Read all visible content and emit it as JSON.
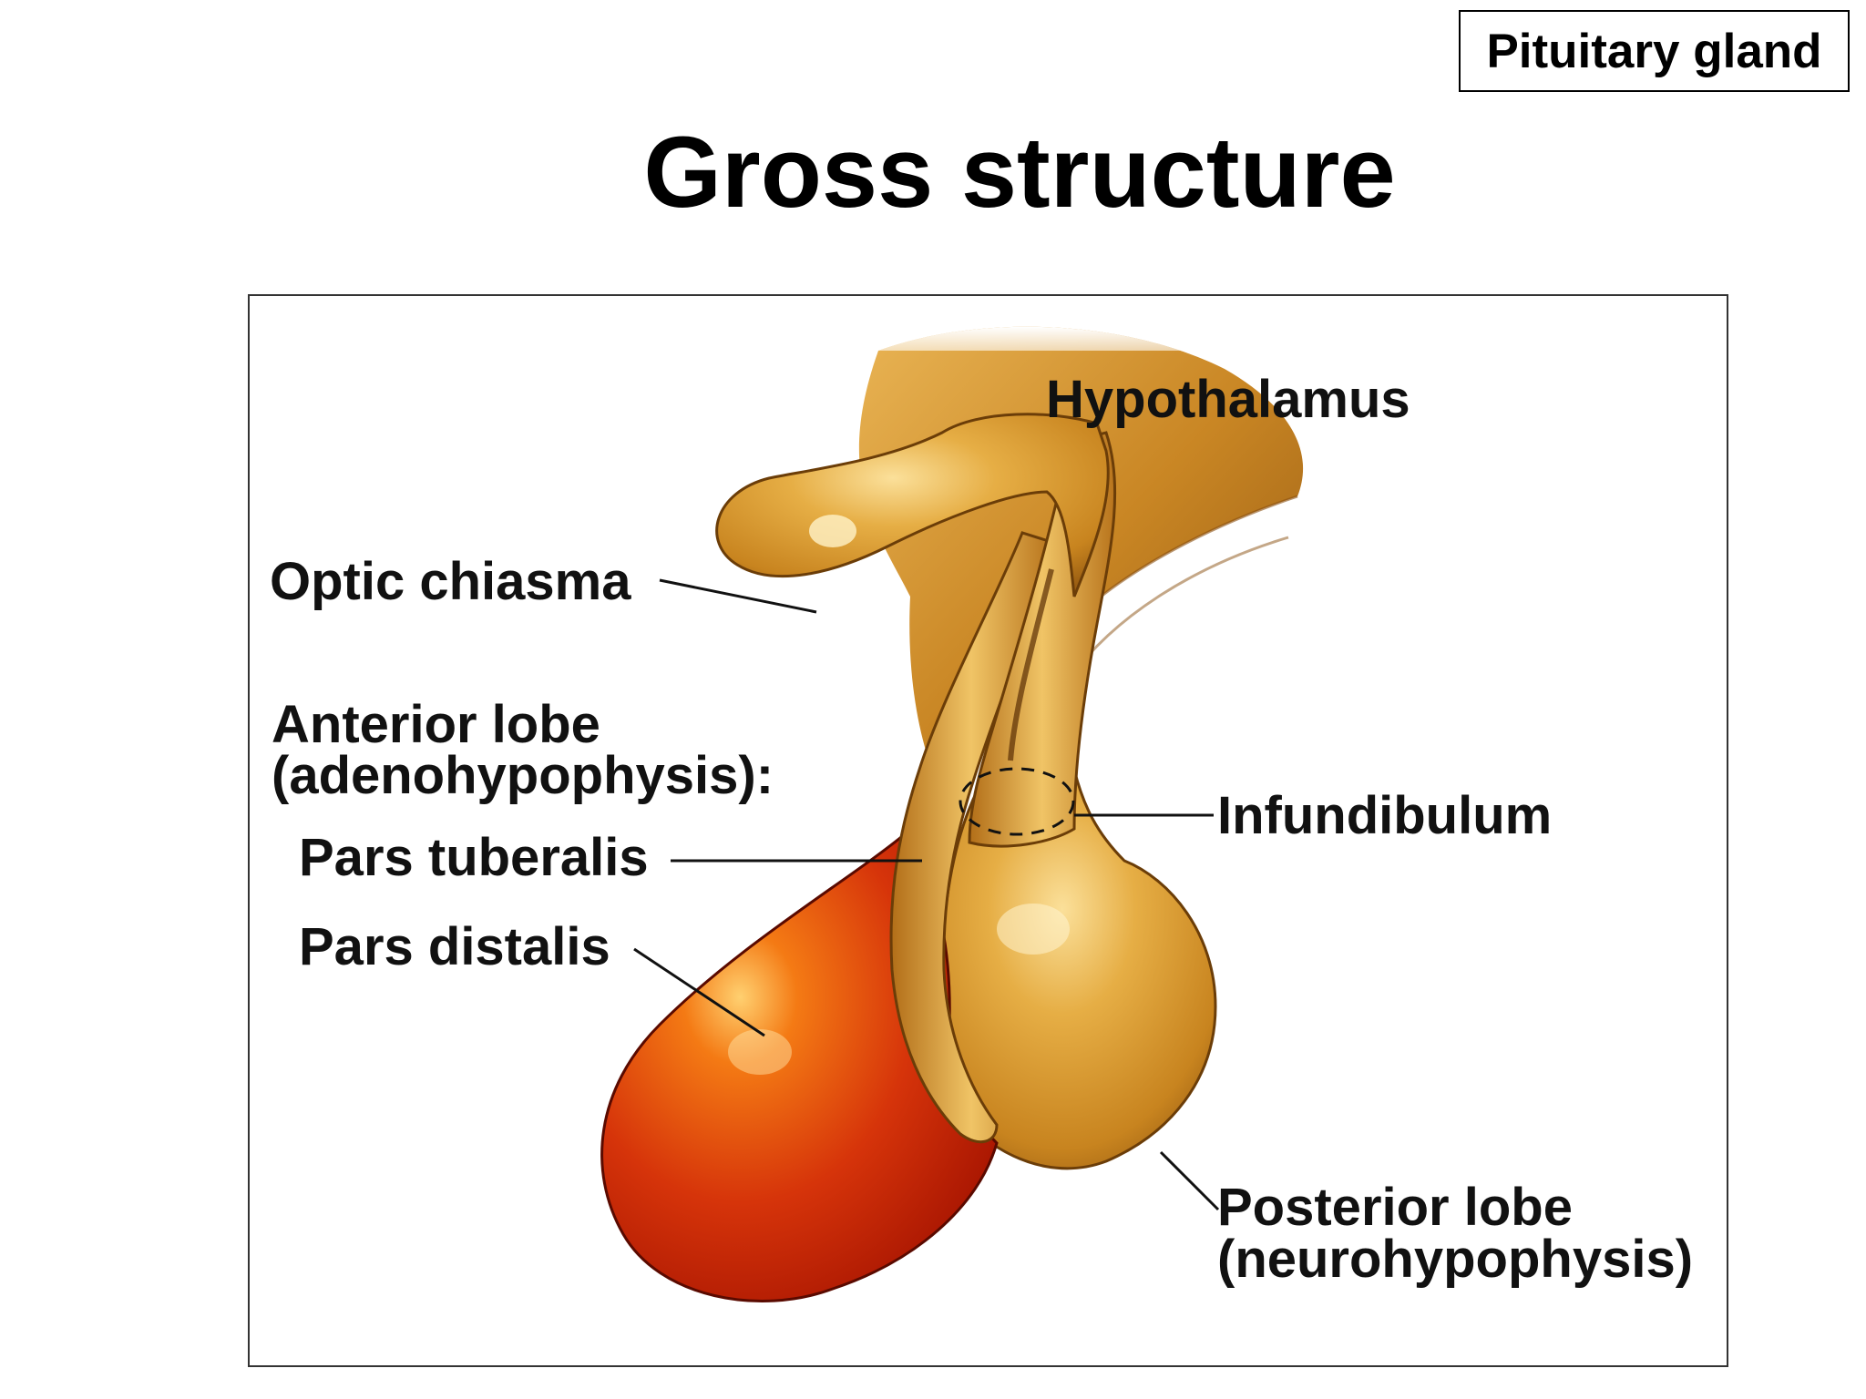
{
  "corner_tag": "Pituitary gland",
  "title": "Gross structure",
  "labels": {
    "hypothalamus": "Hypothalamus",
    "optic_chiasma": "Optic chiasma",
    "anterior_lobe": "Anterior lobe",
    "anterior_lobe_sub": "(adenohypophysis):",
    "pars_tuberalis": "Pars tuberalis",
    "pars_distalis": "Pars distalis",
    "infundibulum": "Infundibulum",
    "posterior_lobe": "Posterior lobe",
    "posterior_lobe_sub": "(neurohypophysis)"
  },
  "colors": {
    "neural_tissue": "#D9982E",
    "neural_tissue_light": "#F3C765",
    "neural_tissue_dark": "#9A5E12",
    "anterior_lobe": "#C81E00",
    "anterior_lobe_light": "#F07A10",
    "outline": "#2a1a00"
  }
}
